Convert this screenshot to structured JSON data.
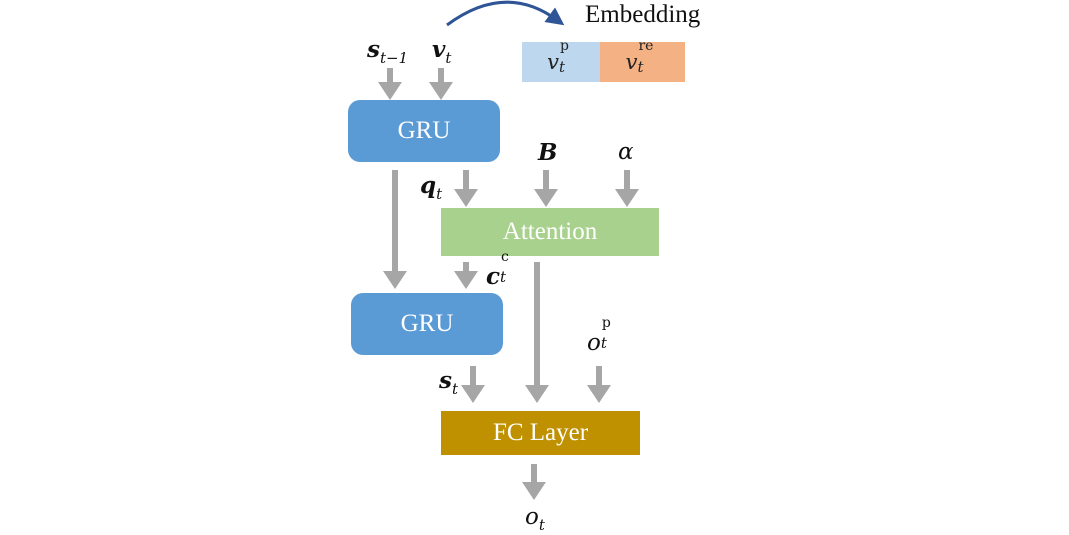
{
  "embedding": {
    "title": "Embedding",
    "part_p": {
      "base": "v",
      "sub": "t",
      "sup": "p"
    },
    "part_re": {
      "base": "v",
      "sub": "t",
      "sup": "re"
    }
  },
  "nodes": {
    "gru_top": "GRU",
    "attention": "Attention",
    "gru_bottom": "GRU",
    "fc_layer": "FC Layer"
  },
  "labels": {
    "s_prev": {
      "base": "s",
      "sub": "t−1"
    },
    "v_t": {
      "base": "v",
      "sub": "t"
    },
    "q_t": {
      "base": "q",
      "sub": "t"
    },
    "B": {
      "base": "B"
    },
    "alpha": {
      "base": "α"
    },
    "c_t": {
      "base": "c",
      "sub": "t",
      "sup": "c"
    },
    "o_p": {
      "base": "o",
      "sub": "t",
      "sup": "p"
    },
    "s_t": {
      "base": "s",
      "sub": "t"
    },
    "o_t": {
      "base": "o",
      "sub": "t"
    }
  },
  "colors": {
    "gru": "#5b9bd5",
    "attention": "#a9d18e",
    "fc": "#bf9000",
    "embed_p": "#bdd7ee",
    "embed_re": "#f4b183",
    "arrow": "#a6a6a6",
    "curve_arrow": "#2f5597"
  }
}
